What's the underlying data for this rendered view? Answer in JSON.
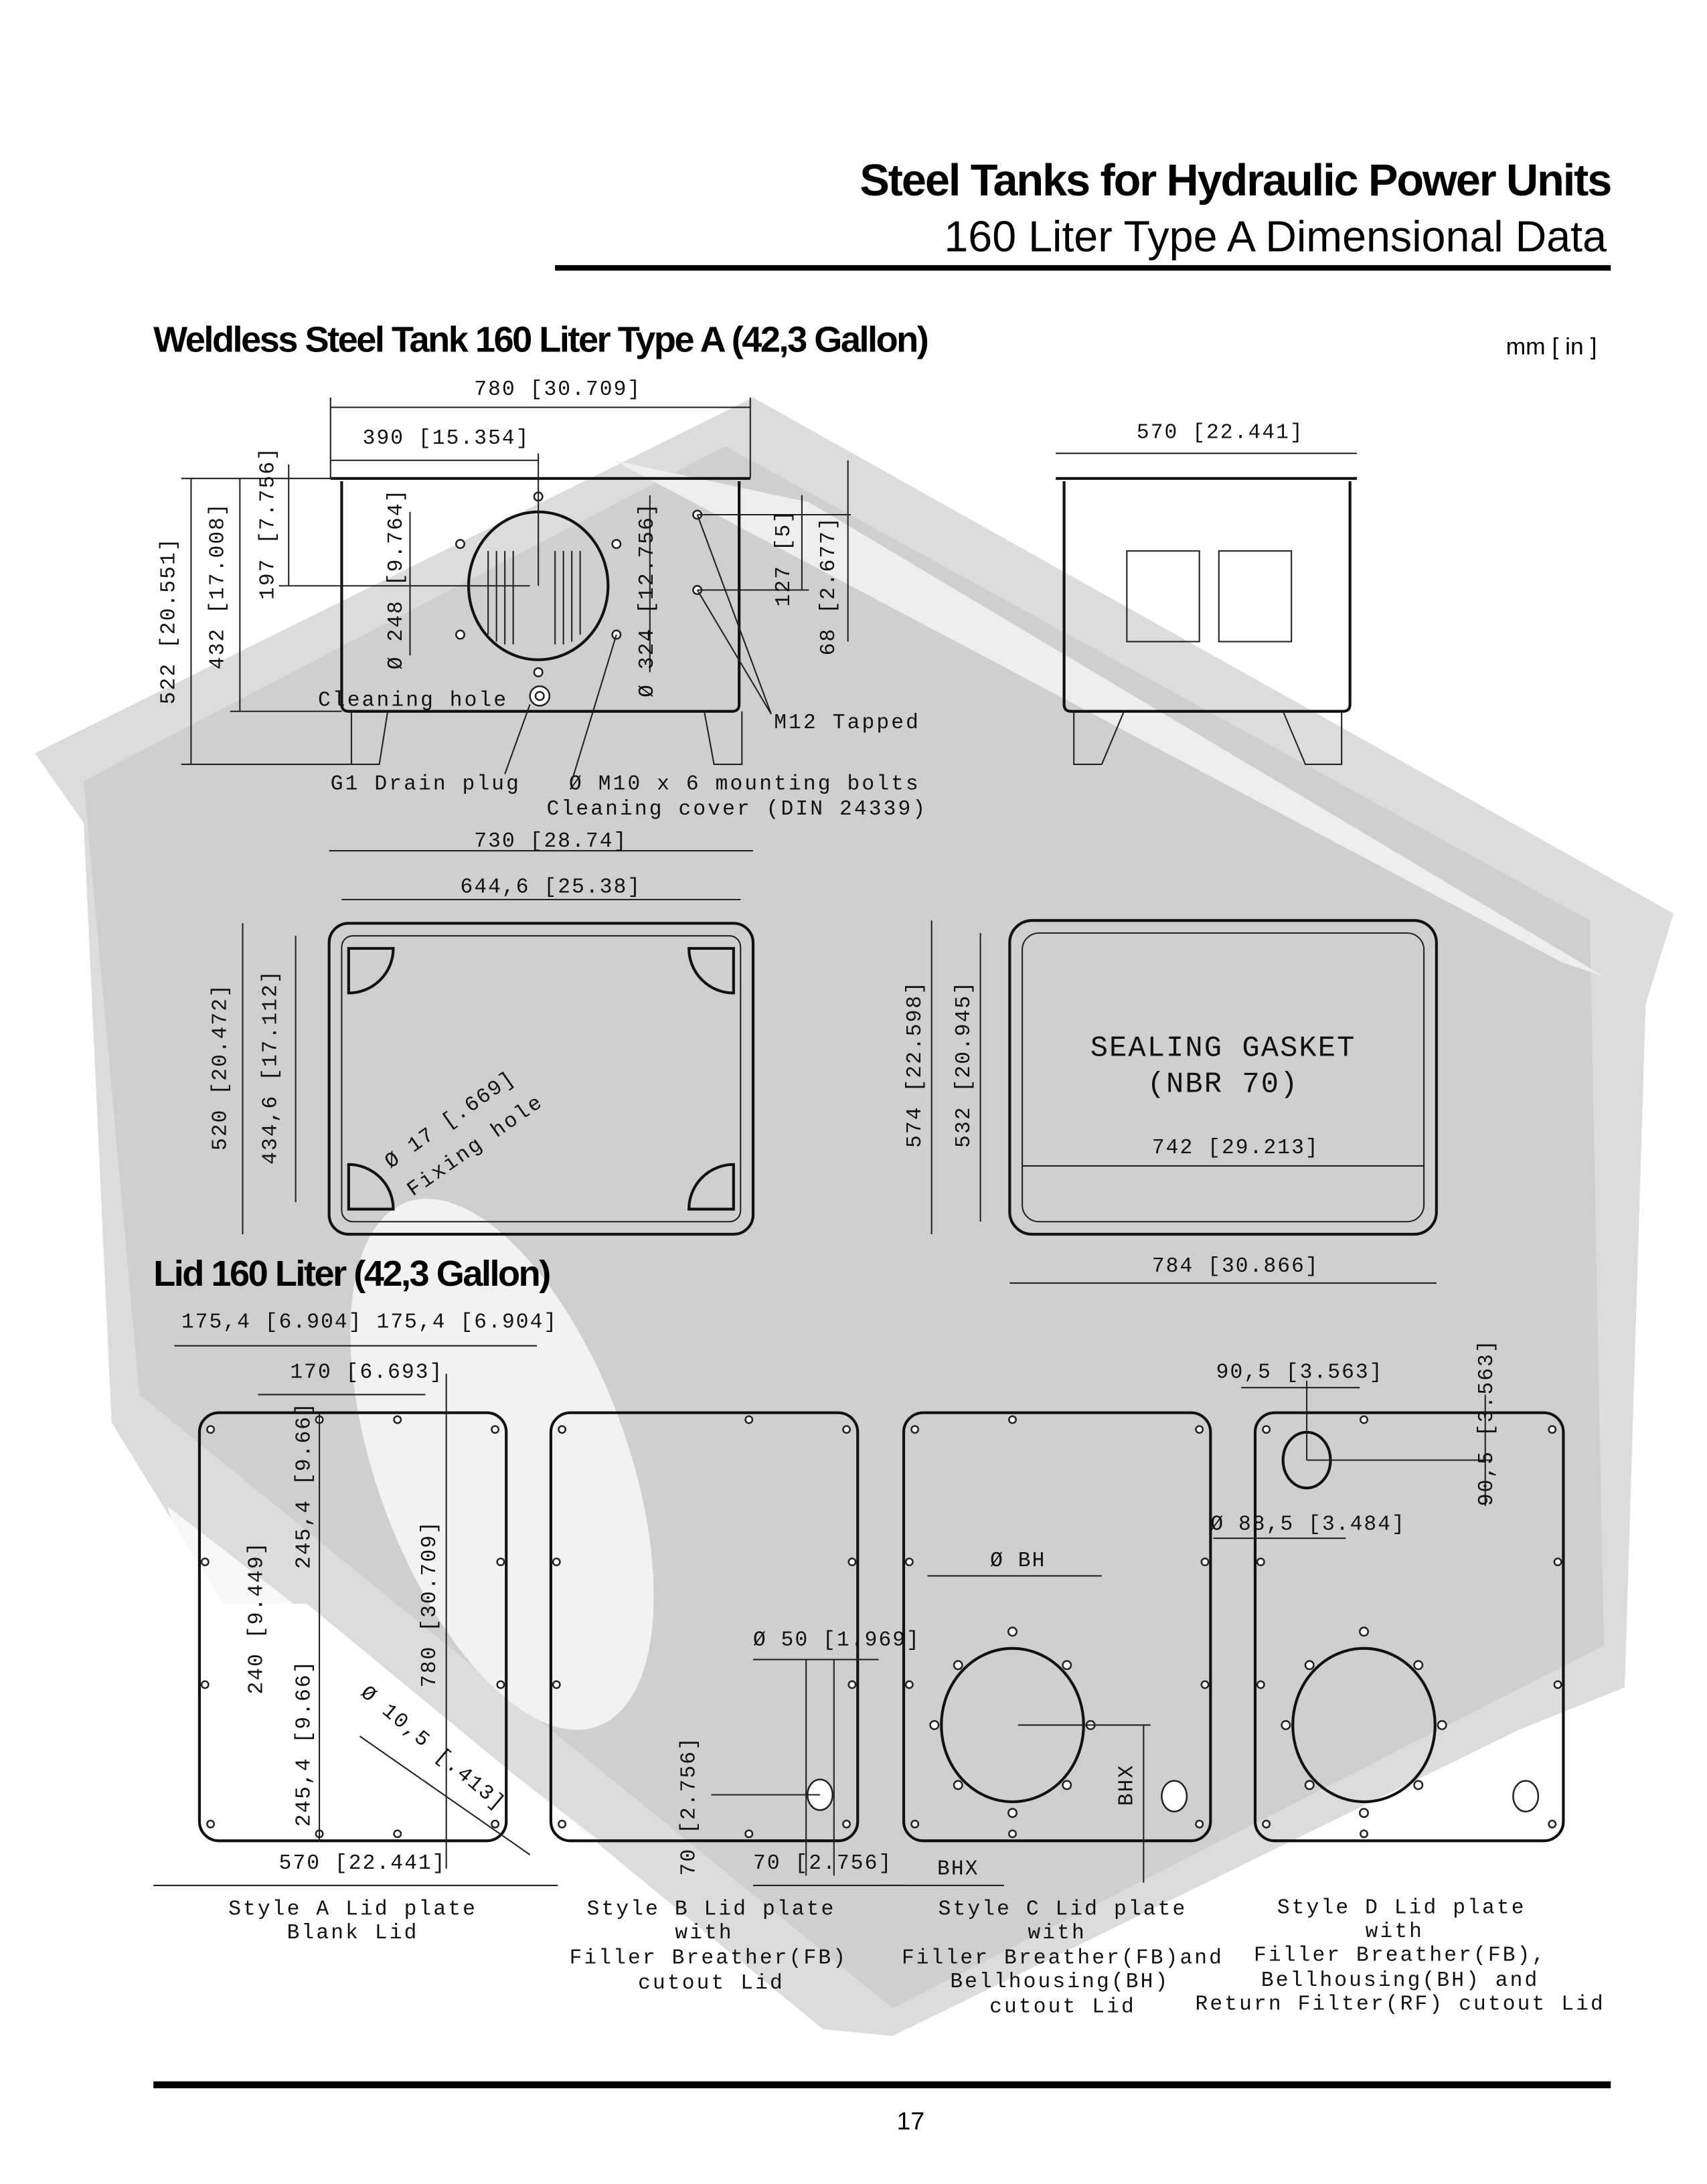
{
  "header": {
    "title": "Steel Tanks for Hydraulic Power Units",
    "subtitle": "160 Liter Type A Dimensional Data"
  },
  "tank": {
    "heading": "Weldless Steel Tank 160 Liter Type A (42,3 Gallon)",
    "units": "mm [ in ]",
    "front": {
      "width_total": "780 [30.709]",
      "width_half": "390 [15.354]",
      "height_total": "522 [20.551]",
      "height_body": "432 [17.008]",
      "height_center": "197 [7.756]",
      "dia_hole": "Ø 248 [9.764]",
      "dia_bolt": "Ø 324 [12.756]",
      "tap_spacing": "127 [5]",
      "tap_offset": "68 [2.677]",
      "cleaning_hole": "Cleaning hole",
      "m12": "M12 Tapped",
      "drain": "G1 Drain plug",
      "bolts": "Ø M10 x 6 mounting bolts",
      "cover": "Cleaning cover (DIN 24339)"
    },
    "side": {
      "width": "570 [22.441]"
    },
    "top": {
      "width_outer": "730 [28.74]",
      "width_inner": "644,6 [25.38]",
      "height_outer": "520 [20.472]",
      "height_inner": "434,6 [17.112]",
      "fixing_dia": "Ø 17 [.669]",
      "fixing_label": "Fixing hole"
    },
    "gasket": {
      "label1": "SEALING GASKET",
      "label2": "(NBR 70)",
      "width_inner": "742 [29.213]",
      "width_outer": "784 [30.866]",
      "height_outer": "574 [22.598]",
      "height_inner": "532 [20.945]"
    }
  },
  "lid": {
    "heading": "Lid 160 Liter (42,3 Gallon)",
    "a": {
      "dim_left": "175,4 [6.904]",
      "dim_right": "175,4 [6.904]",
      "dim_170": "170 [6.693]",
      "dim_245_top": "245,4 [9.66]",
      "dim_240": "240 [9.449]",
      "dim_245_bot": "245,4 [9.66]",
      "dim_780": "780 [30.709]",
      "dim_hole": "Ø 10,5 [.413]",
      "dim_570": "570 [22.441]",
      "caption": [
        "Style A Lid plate",
        "Blank Lid"
      ]
    },
    "b": {
      "dim_dia": "Ø 50 [1.969]",
      "dim_v": "70 [2.756]",
      "dim_h": "70 [2.756]",
      "caption": [
        "Style B Lid plate",
        "with",
        "Filler Breather(FB)",
        "cutout Lid"
      ]
    },
    "c": {
      "dim_dia": "Ø BH",
      "dim_bhx_v": "BHX",
      "dim_bhx_h": "BHX",
      "caption": [
        "Style C Lid plate",
        "with",
        "Filler Breather(FB)and",
        "Bellhousing(BH)",
        "cutout Lid"
      ]
    },
    "d": {
      "dim_h": "90,5 [3.563]",
      "dim_v": "90,5 [3.563]",
      "dim_dia": "Ø 88,5 [3.484]",
      "caption": [
        "Style D Lid plate",
        "with",
        "Filler Breather(FB),",
        "Bellhousing(BH) and",
        "Return Filter(RF) cutout Lid"
      ]
    }
  },
  "footer": {
    "page_number": "17"
  }
}
